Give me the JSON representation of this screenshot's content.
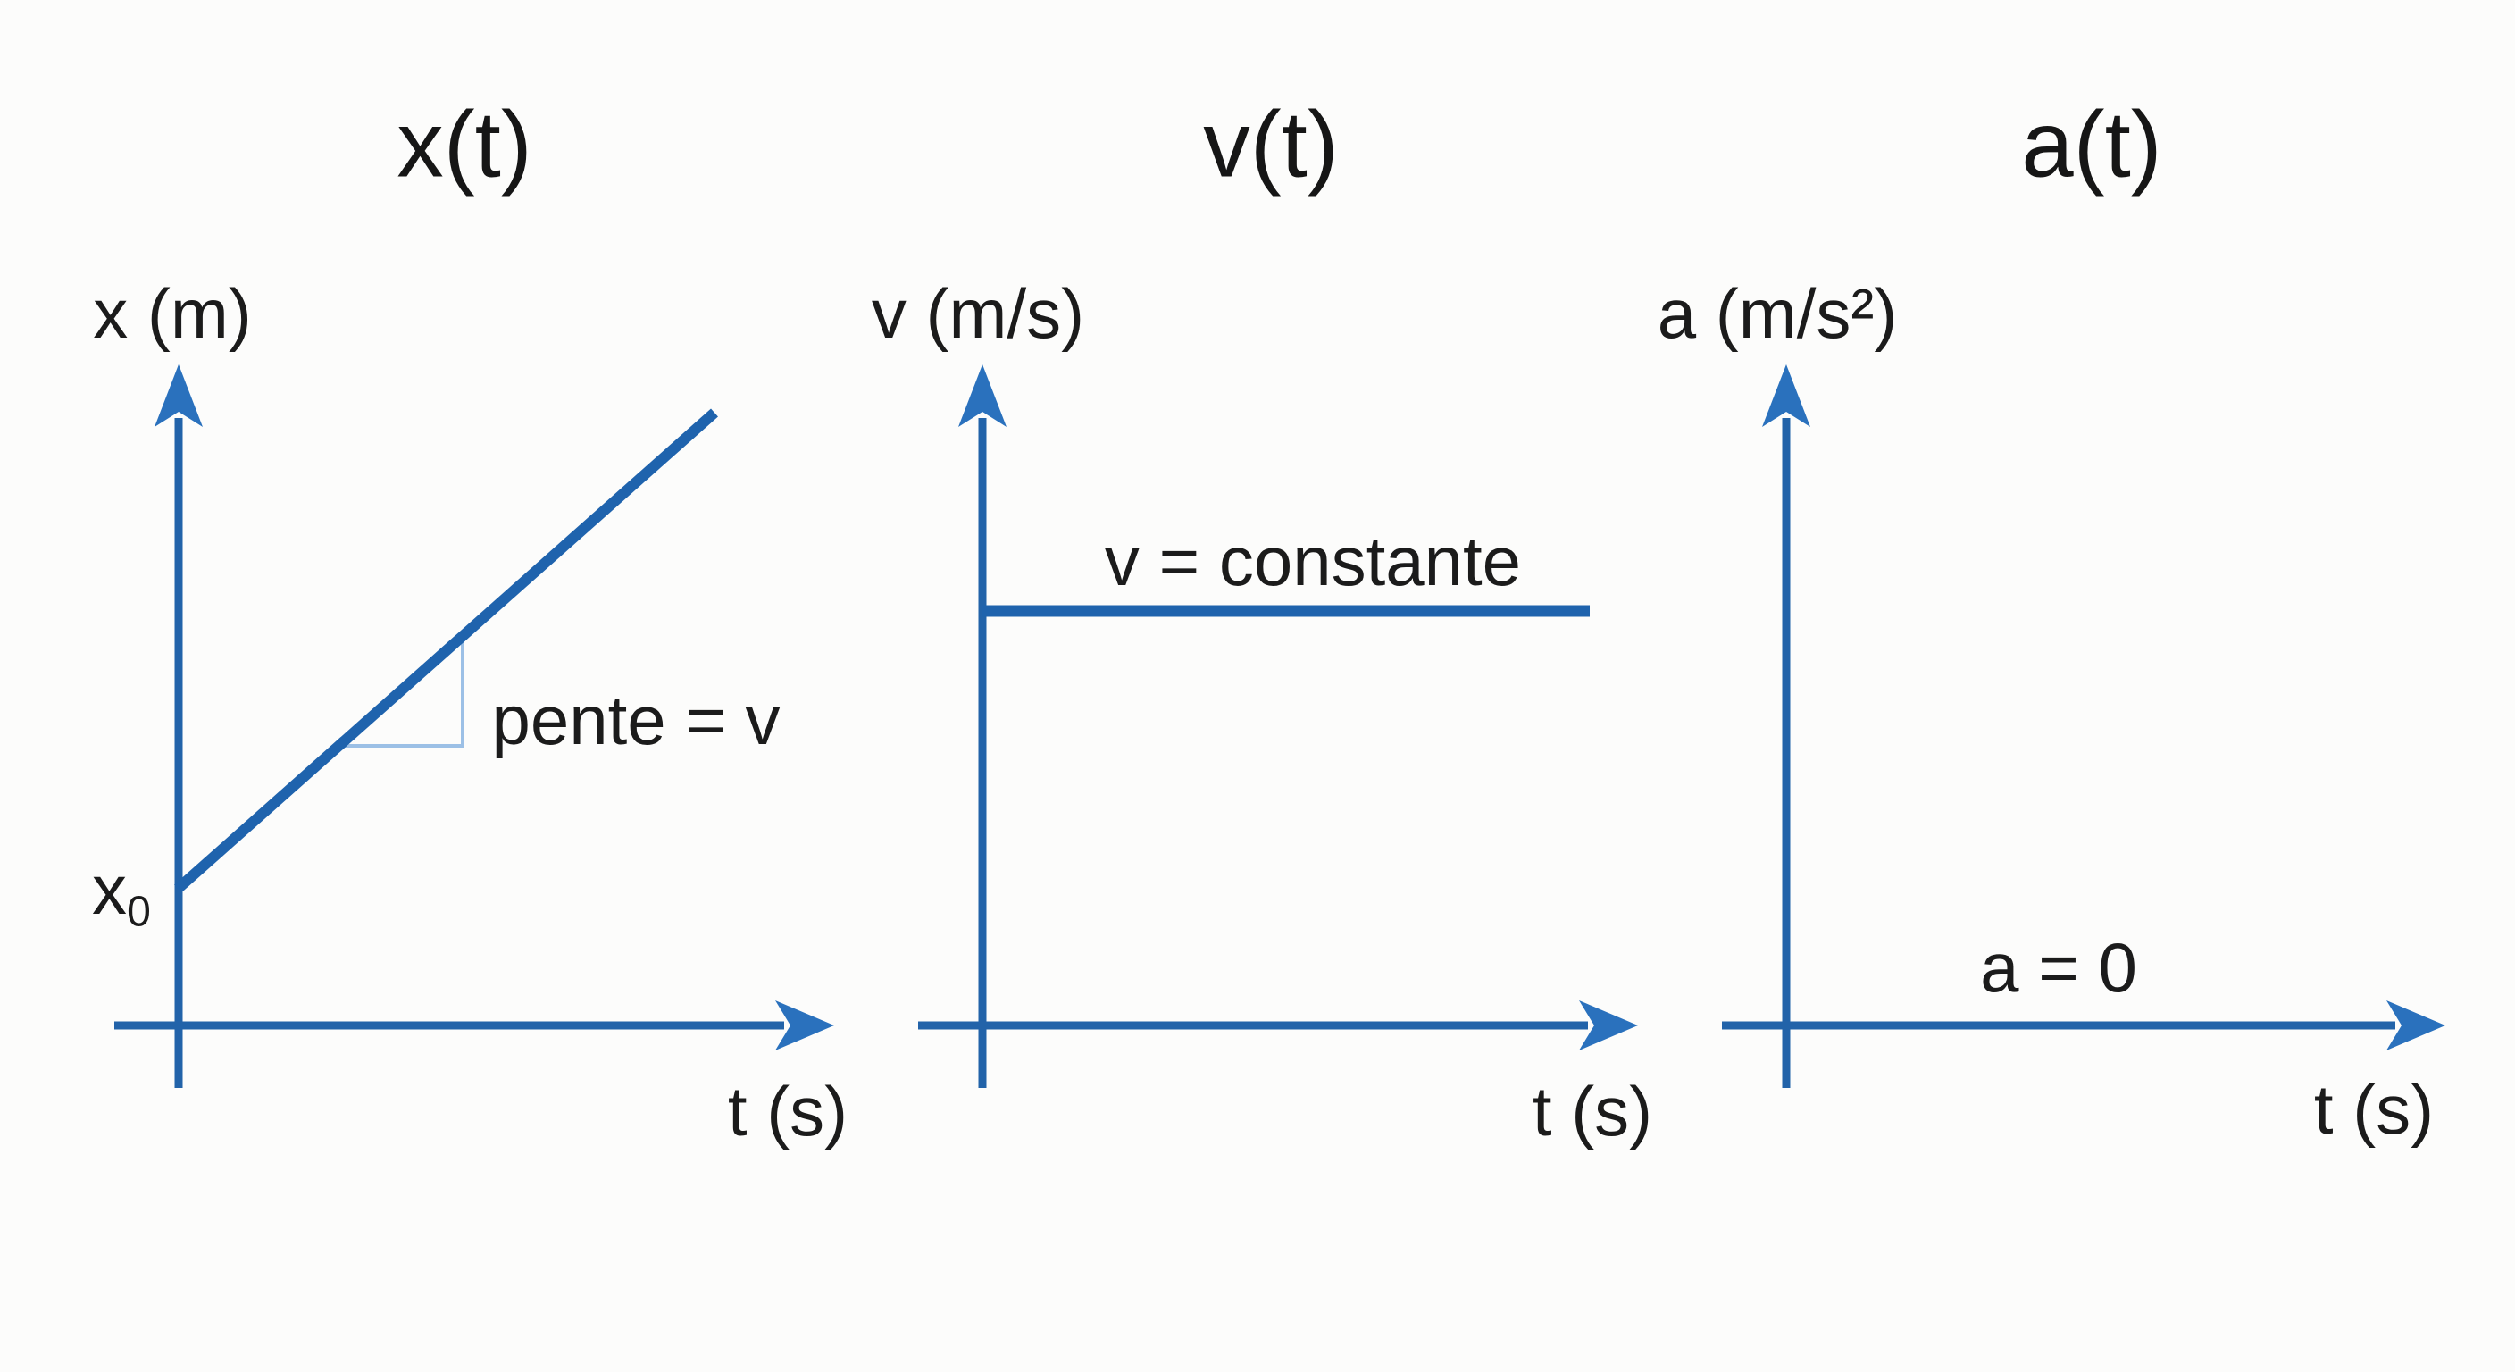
{
  "page": {
    "background": "#fcfcfb",
    "ink_color": "#1b1b1b",
    "accent_blue": "#2263a9",
    "light_blue": "#9cc0e6"
  },
  "figure": {
    "graphs": [
      {
        "id": "xt",
        "title": "x(t)",
        "y_axis_label": "x (m)",
        "t_axis_label": "t (s)",
        "intercept_label": {
          "base": "x",
          "sub": "0"
        },
        "slope_label": "pente = v"
      },
      {
        "id": "vt",
        "title": "v(t)",
        "y_axis_label": "v (m/s)",
        "t_axis_label": "t (s)",
        "line_label": "v = constante"
      },
      {
        "id": "at",
        "title": "a(t)",
        "y_axis_label": "a (m/s²)",
        "t_axis_label": "t (s)",
        "line_label": "a = 0"
      }
    ]
  },
  "chart_data": [
    {
      "type": "line",
      "title": "x(t)",
      "xlabel": "t (s)",
      "ylabel": "x (m)",
      "x": [
        0,
        1
      ],
      "y_normalized": [
        0.22,
        0.97
      ],
      "y_intercept": "x₀",
      "slope_annotation": "pente = v",
      "shape": "straight rising line starting at x₀ on the vertical axis, with a right-triangle slope indicator under the line",
      "grid": false,
      "legend": "none"
    },
    {
      "type": "line",
      "title": "v(t)",
      "xlabel": "t (s)",
      "ylabel": "v (m/s)",
      "x": [
        0,
        0.85
      ],
      "y_normalized": [
        0.63,
        0.63
      ],
      "annotation": "v = constante",
      "shape": "horizontal line at constant positive v starting at the vertical axis",
      "grid": false,
      "legend": "none"
    },
    {
      "type": "line",
      "title": "a(t)",
      "xlabel": "t (s)",
      "ylabel": "a (m/s²)",
      "x": [
        0,
        1
      ],
      "y_normalized": [
        0,
        0
      ],
      "annotation": "a = 0",
      "shape": "line coinciding with the t-axis (zero acceleration)",
      "grid": false,
      "legend": "none"
    }
  ]
}
